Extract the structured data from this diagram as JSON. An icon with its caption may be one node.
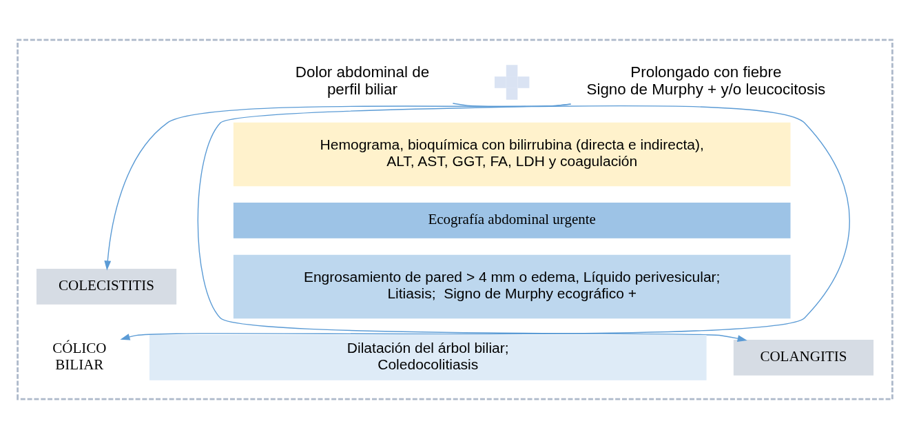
{
  "diagram": {
    "nodes": [
      {
        "text": [],
        "shape": "box"
      },
      {
        "text": [
          "Dolor abdominal de perfil biliar"
        ],
        "in": 0
      },
      {
        "text": [],
        "shape": "cross",
        "in": 0
      },
      {
        "text": [
          "Prolongado con fiebre",
          "Signo de Murphy + y/o leucocitosis"
        ],
        "in": 0
      },
      {
        "text": [
          "Hemograma, bioquímica con bilirrubina (directa e indirecta), ALT, AST, GGT, FA, LDH y coagulación"
        ],
        "in": 0
      },
      {
        "text": [
          "Ecografía abdominal urgente"
        ],
        "in": 0
      },
      {
        "text": [
          "Engrosamiento de pared > 4 mm o edema, Líquido perivesicular;  Litiasis;  Signo de Murphy ecográfico +"
        ],
        "in": 0
      },
      {
        "text": [
          "Dilatación del árbol biliar; Coledocolitiasis"
        ],
        "in": 0
      },
      {
        "text": [
          "CÓLICO BILIAR"
        ],
        "in": 0
      },
      {
        "text": [
          "COLECISTITIS"
        ],
        "in": 0
      },
      {
        "text": [
          "COLANGITIS"
        ],
        "in": 0
      }
    ],
    "edges": [
      {
        "from": 1,
        "to": 8,
        "arrow": "to"
      },
      {
        "from": 3,
        "to": 9,
        "arrow": "to"
      },
      {
        "from": 3,
        "to": 10,
        "arrow": "to"
      }
    ]
  }
}
